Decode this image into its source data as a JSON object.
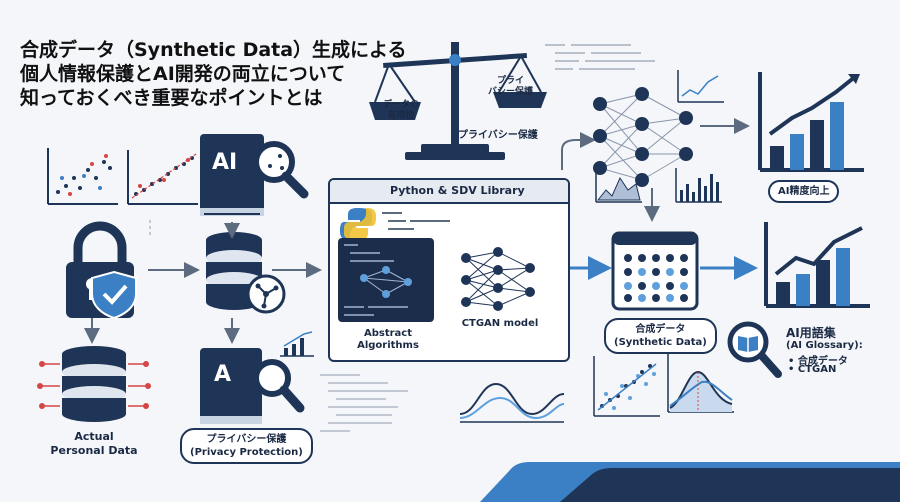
{
  "title": {
    "line1": "合成データ（Synthetic Data）生成による",
    "line2": "個人情報保護とAI開発の両立について",
    "line3": "知っておくべき重要なポイントとは"
  },
  "scale": {
    "left_label": "データの\n有用性",
    "right_label": "プライ\nバシー保護",
    "caption": "プライバシー保護"
  },
  "library_panel": {
    "title": "Python & SDV Library",
    "abstract_label": "Abstract\nAlgorithms",
    "model_label": "CTGAN model"
  },
  "left": {
    "actual_data_label": "Actual\nPersonal Data",
    "book_top_text": "AI",
    "book_bottom_text": "A",
    "privacy_pill": "プライバシー保護\n(Privacy Protection)"
  },
  "right": {
    "synthetic_pill": "合成データ\n(Synthetic Data)",
    "accuracy_pill": "AI精度向上",
    "glossary": {
      "title": "AI用語集",
      "subtitle": "(AI Glossary):",
      "items": [
        "• 合成データ",
        "• CTGAN"
      ]
    }
  },
  "colors": {
    "navy": "#1f3557",
    "blue": "#3b7fc4",
    "light_blue": "#5fa0dc",
    "red": "#d64545",
    "gray": "#7d8796"
  }
}
